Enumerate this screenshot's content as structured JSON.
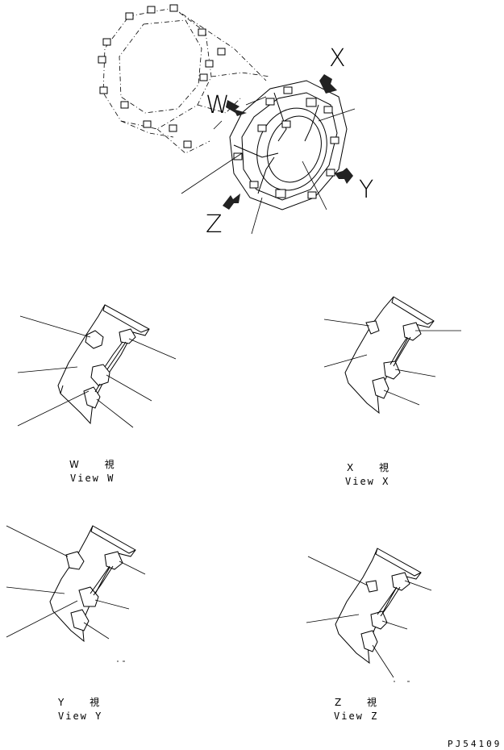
{
  "main_view": {
    "labels": {
      "w": "W",
      "x": "X",
      "y": "Y",
      "z": "Z"
    }
  },
  "views": [
    {
      "id": "w",
      "jp": "W 視",
      "en": "View W"
    },
    {
      "id": "x",
      "jp": "X 視",
      "en": "View X"
    },
    {
      "id": "y",
      "jp": "Y 視",
      "en": "View Y"
    },
    {
      "id": "z",
      "jp": "Z 視",
      "en": "View Z"
    }
  ],
  "drawing_code": "PJ54109"
}
